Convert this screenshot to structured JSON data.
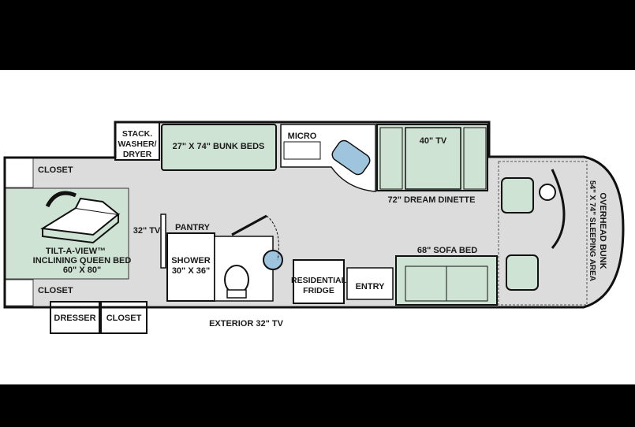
{
  "colors": {
    "floor": "#dcdcdc",
    "furniture": "#cfe3d4",
    "wall": "#111111",
    "background": "#ffffff",
    "letterbox": "#000000"
  },
  "rooms": {
    "closet_top": "CLOSET",
    "closet_bottom": "CLOSET",
    "bed_line1": "TILT-A-VIEW™",
    "bed_line2": "INCLINING QUEEN BED",
    "bed_line3": "60\" X 80\"",
    "tv_bedroom": "32\" TV",
    "dresser": "DRESSER",
    "closet_exterior": "CLOSET",
    "washer_line1": "STACK.",
    "washer_line2": "WASHER/",
    "washer_line3": "DRYER",
    "bunk_beds": "27\" X 74\" BUNK BEDS",
    "pantry": "PANTRY",
    "shower_line1": "SHOWER",
    "shower_line2": "30\" X 36\"",
    "exterior_tv": "EXTERIOR 32\" TV",
    "micro": "MICRO",
    "fridge_line1": "RESIDENTIAL",
    "fridge_line2": "FRIDGE",
    "entry": "ENTRY",
    "tv_dinette": "40\" TV",
    "dinette": "72\" DREAM DINETTE",
    "sofa_bed": "68\" SOFA BED",
    "overhead_line1": "OVERHEAD BUNK",
    "overhead_line2": "54\" X 74\" SLEEPING AREA"
  }
}
